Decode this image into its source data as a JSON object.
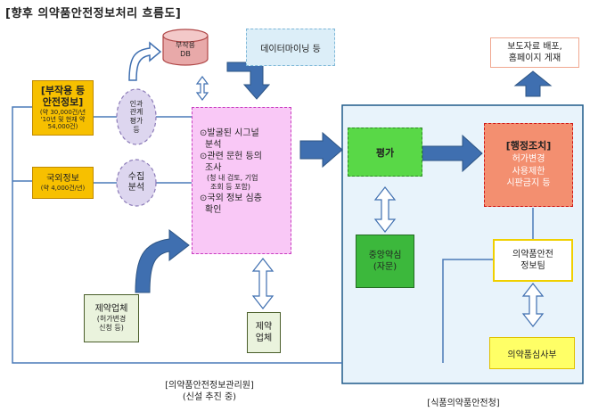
{
  "title": "[향후 의약품안전정보처리 흐름도]",
  "nodes": {
    "adverse_db": {
      "line1": "부작용",
      "line2": "DB"
    },
    "data_mining": {
      "text": "데이터마이닝 등"
    },
    "adverse_info": {
      "line1": "[부작용 등",
      "line2": "안전정보]",
      "sub1": "(약 30,000건/년",
      "sub2": "'10년 및 현재 약",
      "sub3": "54,000건)"
    },
    "causality": {
      "line1": "인과",
      "line2": "관계",
      "line3": "평가",
      "line4": "등"
    },
    "foreign_info": {
      "line1": "국외정보",
      "sub1": "(약 4,000건/년)"
    },
    "collect": {
      "line1": "수집",
      "line2": "분석"
    },
    "center_box": {
      "item1a": "⊙발굴된 시그널",
      "item1b": "분석",
      "item2a": "⊙관련 문헌 등의",
      "item2b": "조사",
      "item2c": "(청 내 검토, 기업",
      "item2d": "조회 등 포함)",
      "item3a": "⊙국외 정보 심층",
      "item3b": "확인"
    },
    "pharma_company": {
      "line1": "제약업체",
      "sub1": "(허가변경",
      "sub2": "신청 등)"
    },
    "pharma_small": {
      "line1": "제약",
      "line2": "업체"
    },
    "evaluation": {
      "text": "평가"
    },
    "admin_action": {
      "line1": "[행정조치]",
      "line2": "허가변경",
      "line3": "사용제한",
      "line4": "시판금지 등"
    },
    "press": {
      "line1": "보도자료 배포,",
      "line2": "홈페이지 게재"
    },
    "advisory": {
      "line1": "중앙약심",
      "line2": "(자문)"
    },
    "safety_team": {
      "line1": "의약품안전",
      "line2": "정보팀"
    },
    "review_dept": {
      "text": "의약품심사부"
    }
  },
  "labels": {
    "center_org1": "[의약품안전정보관리원]",
    "center_org2": "(신설 추진 중)",
    "kfda": "[식품의약품안전청]"
  }
}
